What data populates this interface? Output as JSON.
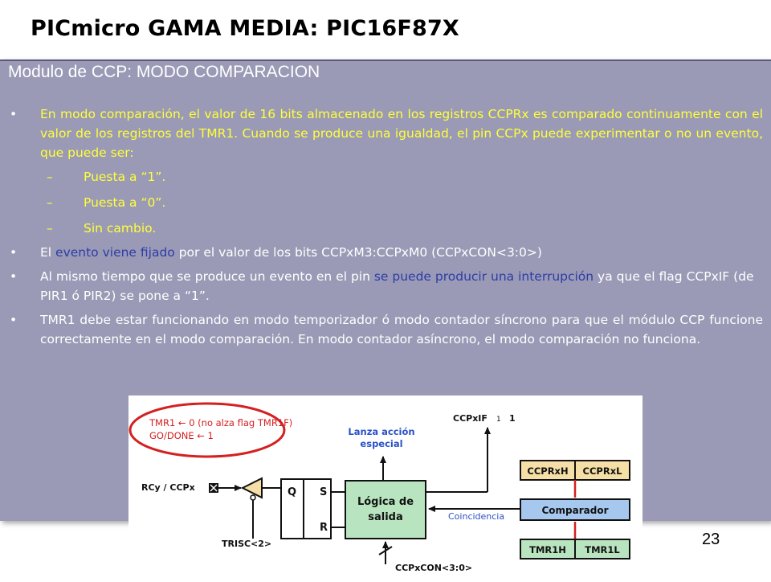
{
  "header": {
    "title": "PICmicro GAMA MEDIA: PIC16F87X"
  },
  "slide": {
    "subtitle": "Modulo de CCP: MODO COMPARACION",
    "p1": "En modo comparación, el valor de 16 bits almacenado en los registros CCPRx es comparado continuamente con el valor de los registros del TMR1. Cuando se produce una igualdad, el pin CCPx puede experimentar o no un evento, que puede ser:",
    "sub1": "Puesta a “1”.",
    "sub2": "Puesta a “0”.",
    "sub3": "Sin cambio.",
    "p2_a": " El ",
    "p2_b": "evento viene fijado",
    "p2_c": " por el valor de los bits CCPxM3:CCPxM0 (CCPxCON<3:0>)",
    "p3_a": "Al mismo tiempo que se produce un evento en el pin ",
    "p3_b": "se puede producir una interrupción",
    "p3_c": " ya que el flag CCPxIF (de PIR1 ó PIR2) se pone a “1”.",
    "p4": " TMR1 debe estar funcionando en modo temporizador ó modo contador síncrono para que el módulo CCP funcione correctamente en el modo comparación. En modo contador asíncrono, el modo comparación no funciona.",
    "bullet": "•",
    "dash": "–",
    "page_number": "23"
  },
  "diagram": {
    "oval_line1": "TMR1 ← 0 (no alza flag TMR1F)",
    "oval_line2": "GO/DONE ← 1",
    "lanza_line1": "Lanza acción",
    "lanza_line2": "especial",
    "ccpxif": "CCPxIF",
    "ccpxif_sub": "1",
    "ccpxif_one": "1",
    "pin_label": "RCy / CCPx",
    "q": "Q",
    "s": "S",
    "r": "R",
    "logic_line1": "Lógica de",
    "logic_line2": "salida",
    "coincidencia": "Coincidencia",
    "comparador": "Comparador",
    "ccprxh": "CCPRxH",
    "ccprxl": "CCPRxL",
    "tmr1h": "TMR1H",
    "tmr1l": "TMR1L",
    "trisc": "TRISC<2>",
    "ccpxcon": "CCPxCON<3:0>",
    "colors": {
      "red": "#d42020",
      "blue": "#2a52c8",
      "orange_fill": "#f6dfa6",
      "green_fill": "#b9e4c0",
      "blue_fill": "#a6c8ef",
      "reg_border": "#3a3a3a"
    }
  }
}
